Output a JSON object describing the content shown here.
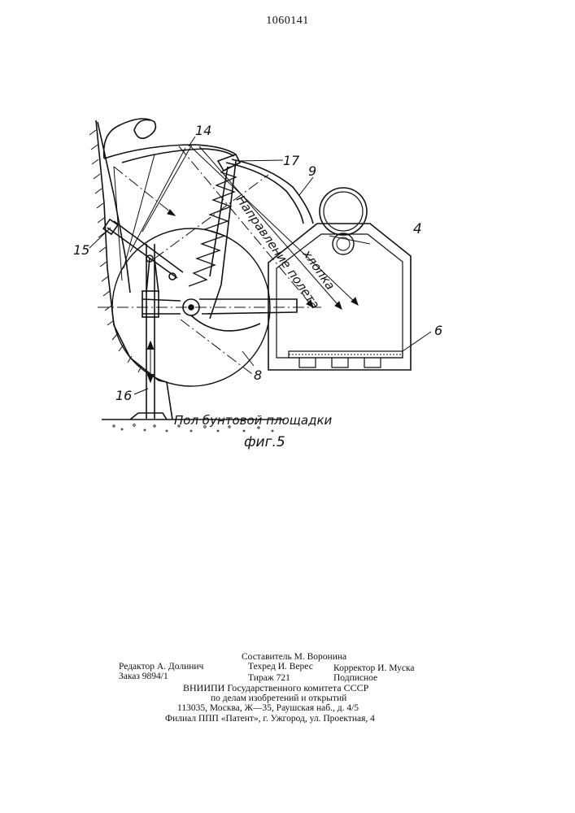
{
  "page": {
    "patent_number": "1060141"
  },
  "drawing": {
    "labels": {
      "l14": "14",
      "l17": "17",
      "l9": "9",
      "l4": "4",
      "l15": "15",
      "l8": "8",
      "l6": "6",
      "l16": "16"
    },
    "direction_line1": "Направление полета",
    "direction_line2": "хлопка",
    "floor_caption": "Пол бунтовой площадки",
    "figure_caption": "фиг.5"
  },
  "imprint": {
    "compiler": "Составитель М. Воронина",
    "editor": "Редактор А. Долинич",
    "techred": "Техред И. Верес",
    "corrector": "Корректор И. Муска",
    "order": "Заказ 9894/1",
    "circulation": "Тираж 721",
    "subscription": "Подписное",
    "org_line1": "ВНИИПИ  Государственного  комитета  СССР",
    "org_line2": "по  делам  изобретений  и  открытий",
    "org_line3": "113035,  Москва,  Ж—35,  Раушская  наб.,  д. 4/5",
    "org_line4": "Филиал  ППП  «Патент»,  г.  Ужгород,  ул.  Проектная,  4"
  }
}
